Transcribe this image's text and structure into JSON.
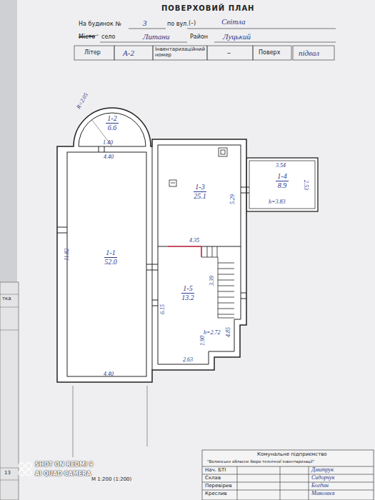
{
  "diagram": {
    "title": "ПОВЕРХОВИЙ ПЛАН",
    "nodes": [
      {
        "text": [
          "1-1",
          "52.0"
        ]
      },
      {
        "text": [
          "1-2",
          "6.6"
        ]
      },
      {
        "text": [
          "1-3",
          "25.1"
        ]
      },
      {
        "text": [
          "1-4",
          "8.9"
        ]
      },
      {
        "text": [
          "1-5",
          "13.2"
        ]
      }
    ],
    "labels": [
      "На будинок №",
      "3",
      "по вул.",
      "(–)",
      "Світла",
      "Місто",
      "село",
      "Литани",
      "Район",
      "Луцький",
      "Літер",
      "А-2",
      "Інвентаризаційний номер",
      "–",
      "Поверх",
      "підвал",
      "R=2.05",
      "1.40",
      "4.40",
      "11.82",
      "4.40",
      "5.29",
      "3.54",
      "2.53",
      "h=3.83",
      "4.35",
      "3.39",
      "6.15",
      "4.85",
      "h=2.72",
      "2.63",
      "1.90",
      "тка",
      "13",
      "М 1:200 (1:200)",
      "Комунальне підприємство",
      "\"Волинське обласне бюро технічної інвентаризації\"",
      "Нач. БТІ",
      "Склав",
      "Перевірив",
      "Креслив",
      "Дмитрук",
      "Сидорчук",
      "Богдан",
      "Миколаєв",
      "SHOT ON REDMI 9",
      "AI QUAD CAMERA"
    ]
  }
}
